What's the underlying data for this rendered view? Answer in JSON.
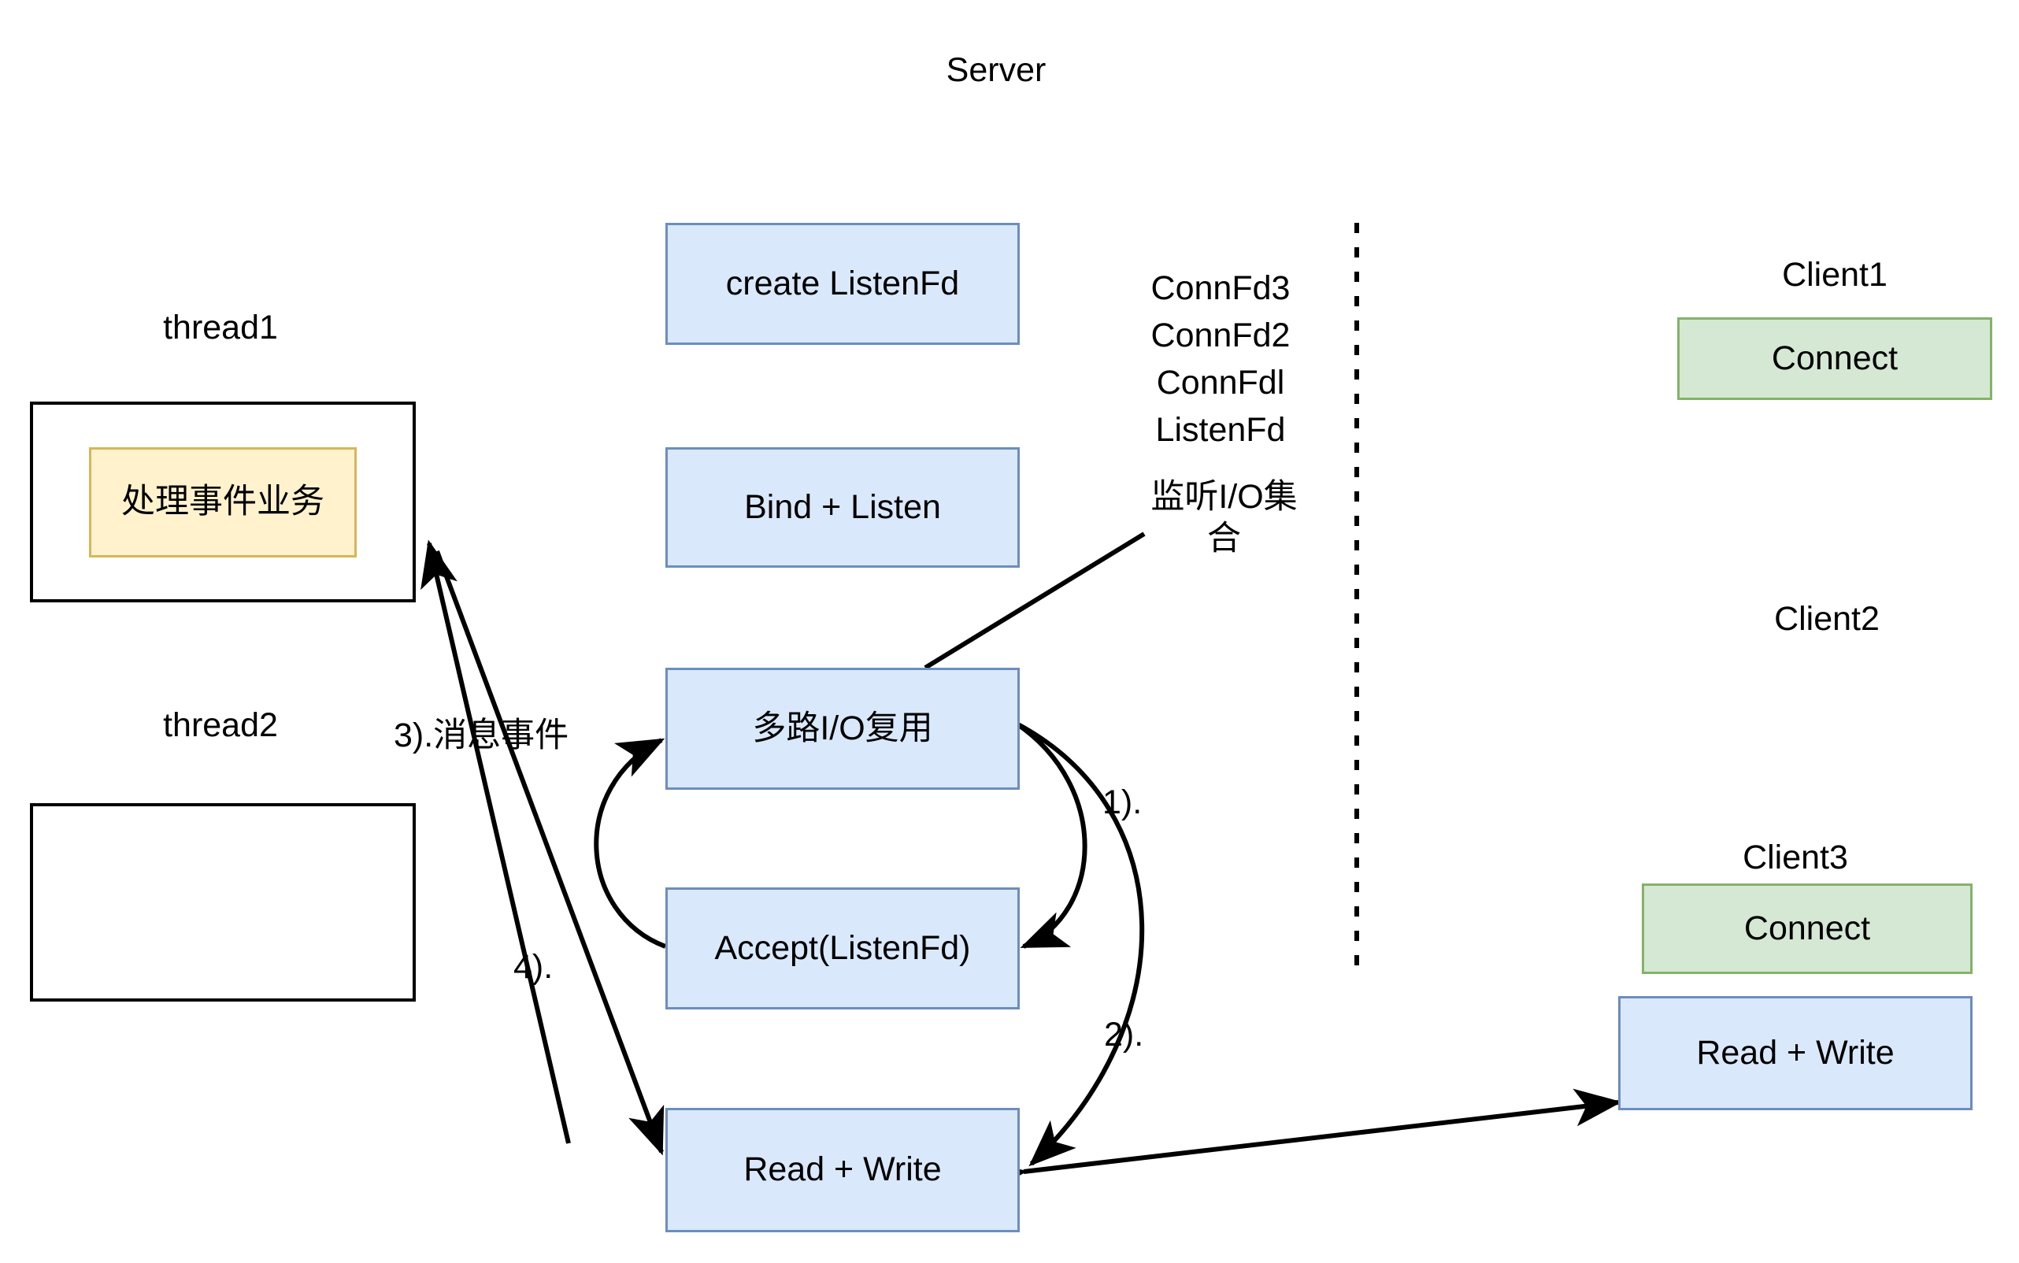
{
  "diagram": {
    "title": "Server",
    "kind": "io-multiplexing-flow"
  },
  "left_panel": {
    "thread1_label": "thread1",
    "thread1_inner_label": "处理事件业务",
    "thread2_label": "thread2",
    "thread2_inner_label": ""
  },
  "server_flow": {
    "steps": [
      {
        "label": "create ListenFd"
      },
      {
        "label": "Bind + Listen"
      },
      {
        "label": "多路I/O复用"
      },
      {
        "label": "Accept(ListenFd)"
      },
      {
        "label": "Read + Write"
      }
    ]
  },
  "fd_set": {
    "entries": [
      "ConnFd3",
      "ConnFd2",
      "ConnFdl",
      "ListenFd"
    ],
    "caption": "监听I/O集\n合"
  },
  "clients": [
    {
      "name": "Client1",
      "boxes": [
        {
          "label": "Connect",
          "style": "green"
        }
      ]
    },
    {
      "name": "Client2",
      "boxes": []
    },
    {
      "name": "Client3",
      "boxes": [
        {
          "label": "Connect",
          "style": "green"
        },
        {
          "label": "Read + Write",
          "style": "blue"
        }
      ]
    }
  ],
  "edge_labels": {
    "one": "1).",
    "two": "2).",
    "three": "3).消息事件",
    "four": "4)."
  },
  "colors": {
    "blue_fill": "#dae8fc",
    "blue_stroke": "#6c8ebf",
    "green_fill": "#d5e8d4",
    "green_stroke": "#82b366",
    "yellow_fill": "#fff2cc",
    "yellow_stroke": "#d6b656",
    "line": "#000000",
    "background": "#ffffff"
  }
}
